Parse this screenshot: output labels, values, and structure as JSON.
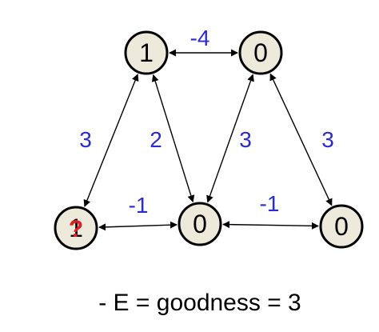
{
  "colors": {
    "node_fill": "#eeeadb",
    "node_stroke": "#000000",
    "weight_text": "#2b2bd6",
    "unknown_mark": "#e02020"
  },
  "nodes": [
    {
      "id": "top-left",
      "label": "1"
    },
    {
      "id": "top-right",
      "label": "0"
    },
    {
      "id": "bottom-left",
      "label": "1",
      "overlay": "?"
    },
    {
      "id": "bottom-middle",
      "label": "0"
    },
    {
      "id": "bottom-right",
      "label": "0"
    }
  ],
  "edges": [
    {
      "from": "top-left",
      "to": "top-right",
      "weight": "-4"
    },
    {
      "from": "top-left",
      "to": "bottom-left",
      "weight": "3"
    },
    {
      "from": "top-left",
      "to": "bottom-middle",
      "weight": "2"
    },
    {
      "from": "top-right",
      "to": "bottom-middle",
      "weight": "3"
    },
    {
      "from": "top-right",
      "to": "bottom-right",
      "weight": "3"
    },
    {
      "from": "bottom-left",
      "to": "bottom-middle",
      "weight": "-1"
    },
    {
      "from": "bottom-middle",
      "to": "bottom-right",
      "weight": "-1"
    }
  ],
  "caption": "- E = goodness = 3"
}
